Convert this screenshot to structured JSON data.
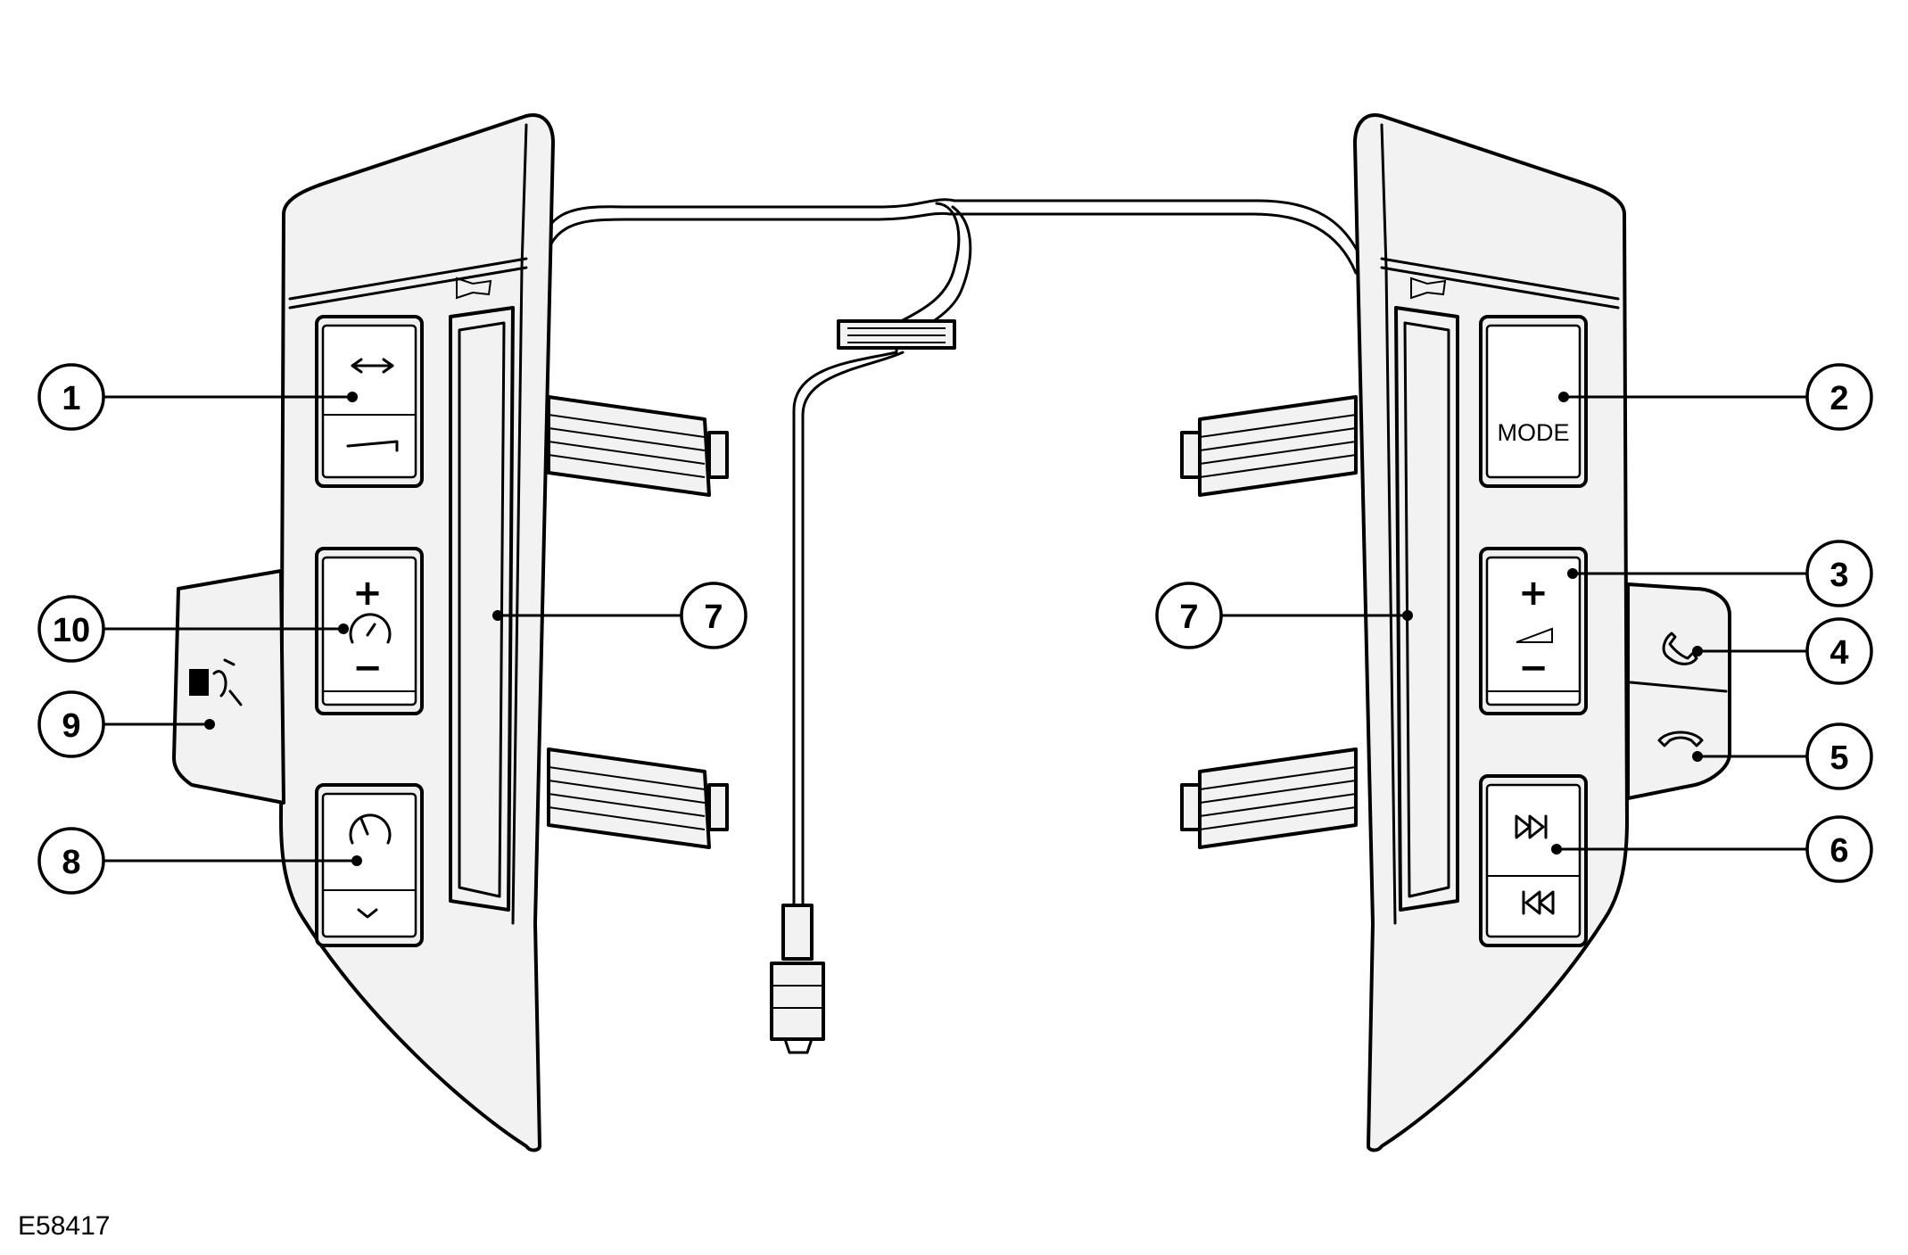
{
  "figure_id": "E58417",
  "callouts": {
    "c1": "1",
    "c2": "2",
    "c3": "3",
    "c4": "4",
    "c5": "5",
    "c6": "6",
    "c7a": "7",
    "c7b": "7",
    "c8": "8",
    "c9": "9",
    "c10": "10"
  },
  "buttons": {
    "mode_label": "MODE"
  }
}
